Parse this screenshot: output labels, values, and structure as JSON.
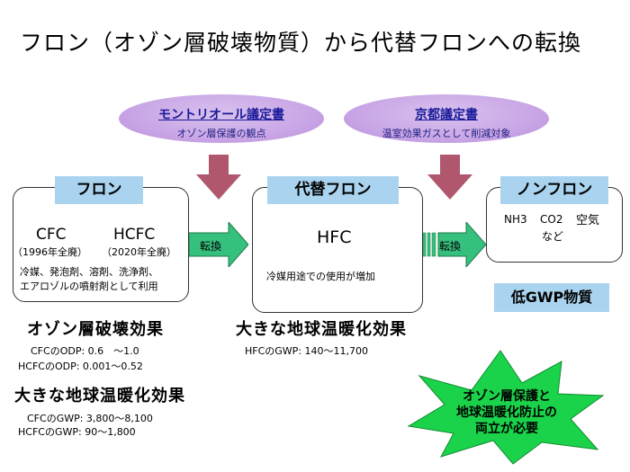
{
  "title": "フロン（オゾン層破壊物質）から代替フロンへの転換",
  "montreal": {
    "title": "モントリオール議定書",
    "subtitle": "オゾン層保護の観点"
  },
  "kyoto": {
    "title": "京都議定書",
    "subtitle": "温室効果ガスとして削減対象"
  },
  "freon": {
    "label": "フロン",
    "cfc": "CFC",
    "hcfc": "HCFC",
    "cfc_year": "（1996年全廃）",
    "hcfc_year": "（2020年全廃）",
    "uses_line1": "冷媒、発泡剤、溶剤、洗浄剤、",
    "uses_line2": "エアロゾルの噴射剤として利用"
  },
  "alt_freon": {
    "label": "代替フロン",
    "hfc": "HFC",
    "note": "冷媒用途での使用が増加"
  },
  "non_freon": {
    "label": "ノンフロン",
    "nh3": "NH3",
    "co2": "CO2",
    "air": "空気",
    "etc": "など"
  },
  "low_gwp": "低GWP物質",
  "arrow1_label": "転換",
  "arrow2_label": "転換",
  "ozone_effect": {
    "heading": "オゾン層破壊効果",
    "cfc_odp": "CFCのODP: 0.6　～1.0",
    "hcfc_odp": "HCFCのODP: 0.001～0.52"
  },
  "warming_effect_freon": {
    "heading": "大きな地球温暖化効果",
    "cfc_gwp": "CFCのGWP:  3,800～8,100",
    "hcfc_gwp": "HCFCのGWP:      90～1,800"
  },
  "warming_effect_hfc": {
    "heading": "大きな地球温暖化効果",
    "hfc_gwp": "HFCのGWP:   140～11,700"
  },
  "burst": {
    "line1": "オゾン層保護と",
    "line2": "地球温暖化防止の",
    "line3": "両立が必要"
  },
  "colors": {
    "ellipse": "#c9a6e6",
    "label_bg": "#a9d3ee",
    "down_arrow": "#b0576e",
    "right_arrow": "#36c07e",
    "burst": "#1ad34a",
    "ellipse_text": "#1a1a9a"
  }
}
